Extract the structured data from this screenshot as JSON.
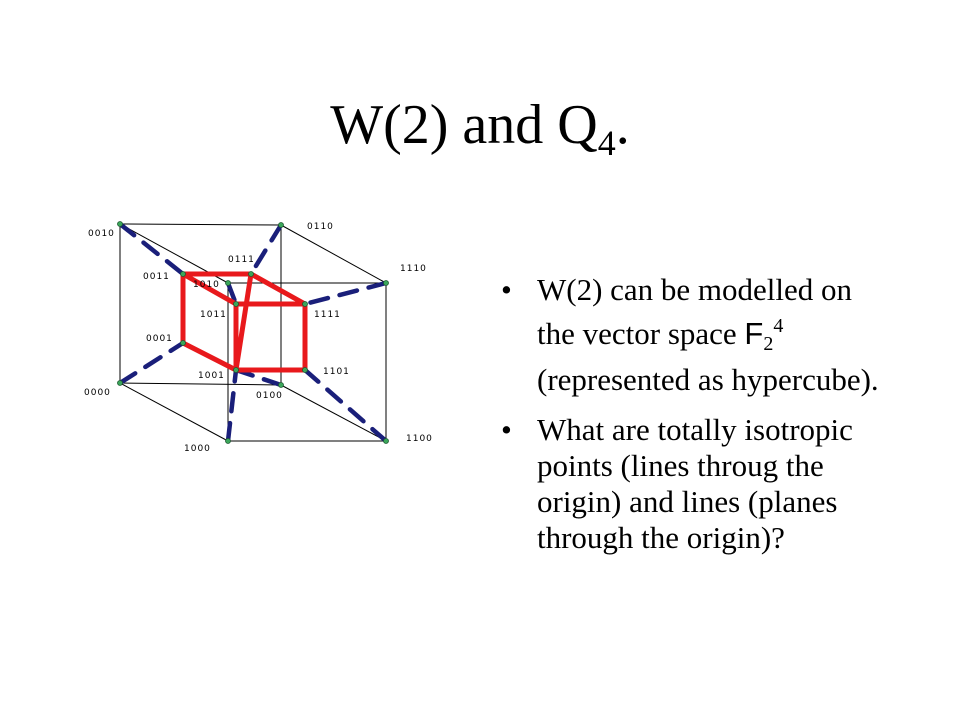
{
  "title": {
    "main": "W(2) and Q",
    "sub": "4",
    "suffix": "."
  },
  "colors": {
    "thin_edge": "#000000",
    "red_edge": "#e8191c",
    "blue_dash": "#1a1f7a",
    "vertex": "#3aa65a"
  },
  "vertex_labels": [
    {
      "id": "0010",
      "text": "0010"
    },
    {
      "id": "0110",
      "text": "0110"
    },
    {
      "id": "0111",
      "text": "0111"
    },
    {
      "id": "1110",
      "text": "1110"
    },
    {
      "id": "0011",
      "text": "0011"
    },
    {
      "id": "1010",
      "text": "1010"
    },
    {
      "id": "1011",
      "text": "1011"
    },
    {
      "id": "1111",
      "text": "1111"
    },
    {
      "id": "0001",
      "text": "0001"
    },
    {
      "id": "1101",
      "text": "1101"
    },
    {
      "id": "1001",
      "text": "1001"
    },
    {
      "id": "0000",
      "text": "0000"
    },
    {
      "id": "0100",
      "text": "0100"
    },
    {
      "id": "1100",
      "text": "1100"
    },
    {
      "id": "1000",
      "text": "1000"
    }
  ],
  "bullets": [
    {
      "part1": "W(2) can be modelled on the vector space ",
      "field_symbol": "F",
      "field_sub": "2",
      "field_sup": "4",
      "part2": " (represented as hypercube)."
    },
    {
      "text": "What are totally isotropic points (lines throug the origin) and lines (planes through the origin)?"
    }
  ]
}
